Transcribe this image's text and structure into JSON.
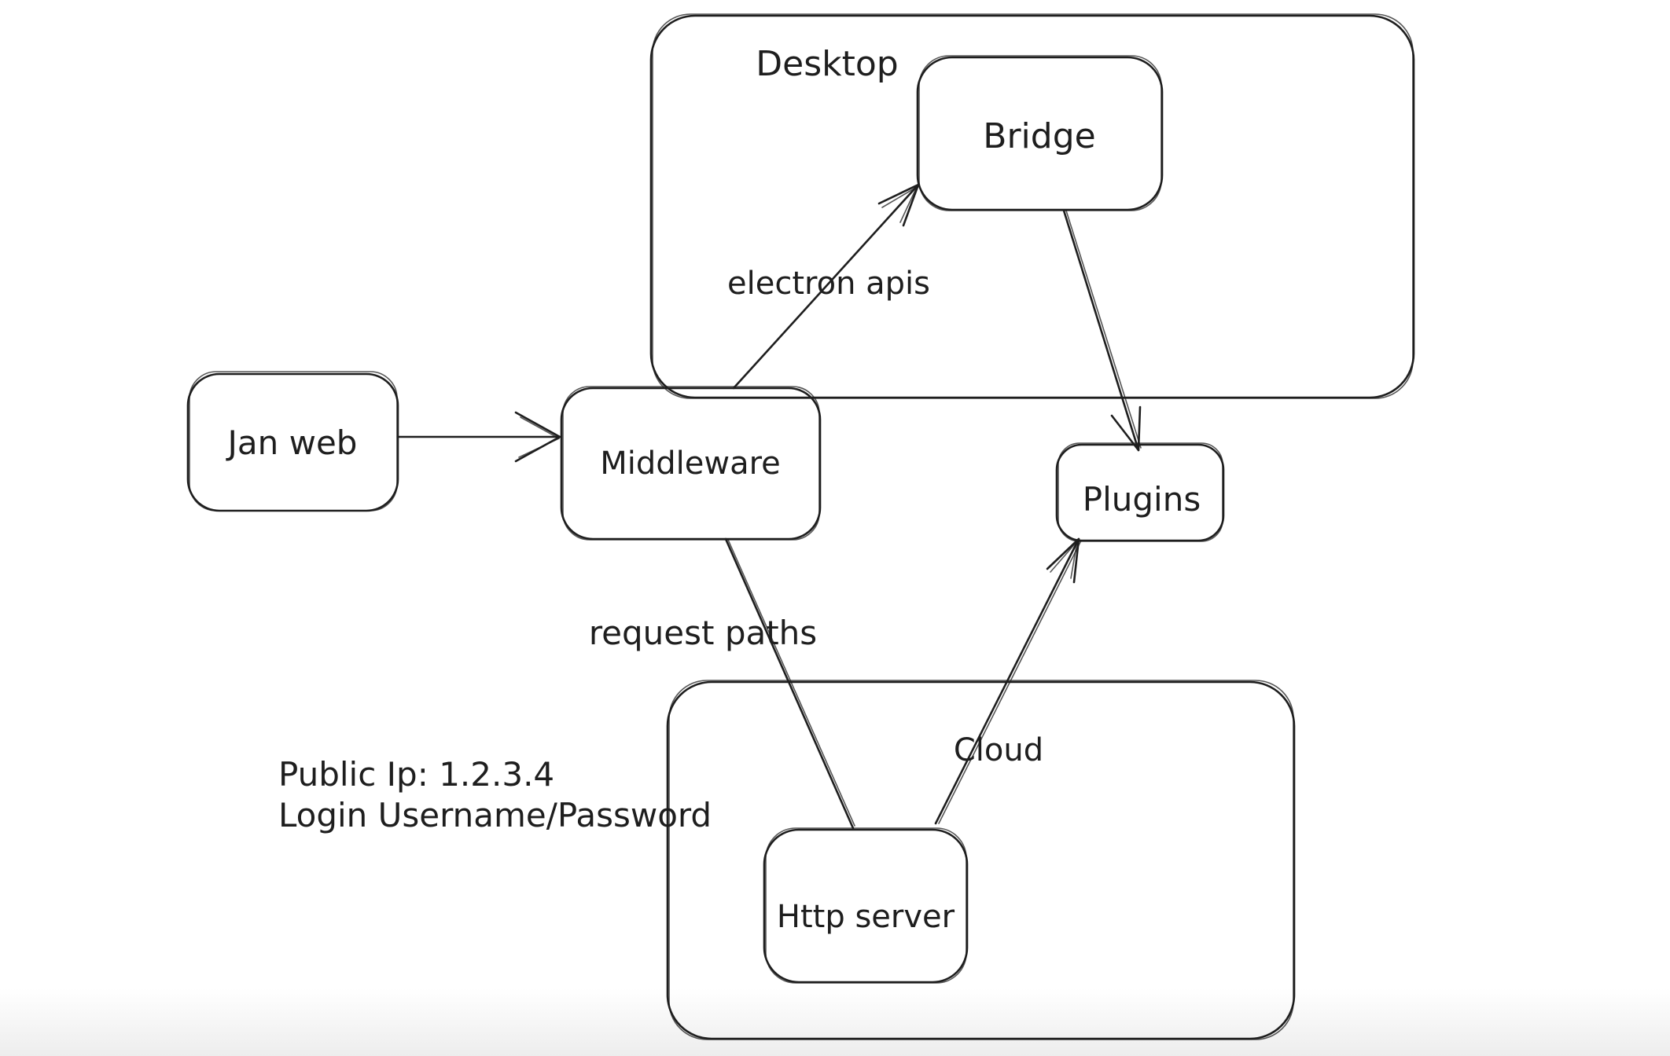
{
  "canvas": {
    "colors": {
      "bg": "#ffffff",
      "ink": "#1e1e1e",
      "fade": "#ededed"
    }
  },
  "diagram": {
    "containers": [
      {
        "id": "desktop",
        "label": "Desktop"
      },
      {
        "id": "cloud",
        "label": "Cloud"
      }
    ],
    "nodes": [
      {
        "id": "bridge",
        "label": "Bridge"
      },
      {
        "id": "jan-web",
        "label": "Jan web"
      },
      {
        "id": "middleware",
        "label": "Middleware"
      },
      {
        "id": "plugins",
        "label": "Plugins"
      },
      {
        "id": "http-server",
        "label": "Http server"
      }
    ],
    "edges": [
      {
        "id": "jan-web-to-middleware",
        "from": "Jan web",
        "to": "Middleware",
        "label": "",
        "arrowhead": "end"
      },
      {
        "id": "middleware-to-bridge",
        "from": "Middleware",
        "to": "Bridge",
        "label": "electron apis",
        "arrowhead": "end"
      },
      {
        "id": "bridge-to-plugins",
        "from": "Bridge",
        "to": "Plugins",
        "label": "",
        "arrowhead": "end"
      },
      {
        "id": "middleware-to-http-server",
        "from": "Middleware",
        "to": "Http server",
        "label": "request paths",
        "arrowhead": "none"
      },
      {
        "id": "http-server-to-plugins",
        "from": "Http server",
        "to": "Plugins",
        "label": "",
        "arrowhead": "end"
      }
    ],
    "annotations": [
      {
        "id": "note-public-ip",
        "text": "Public Ip: 1.2.3.4"
      },
      {
        "id": "note-login",
        "text": "Login Username/Password"
      }
    ]
  }
}
